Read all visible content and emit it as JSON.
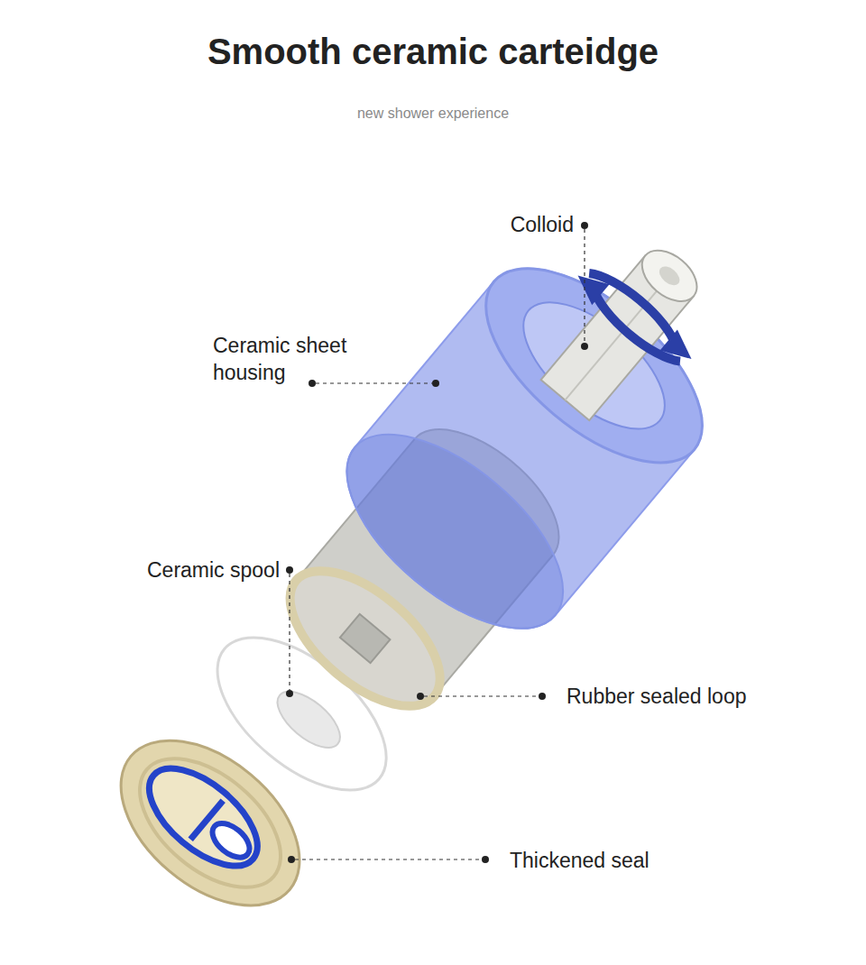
{
  "diagram": {
    "title": "Smooth ceramic carteidge",
    "labels": [
      "new shower experience",
      "Colloid",
      "Ceramic sheet housing",
      "Ceramic spool",
      "Rubber sealed loop",
      "Thickened seal"
    ]
  }
}
